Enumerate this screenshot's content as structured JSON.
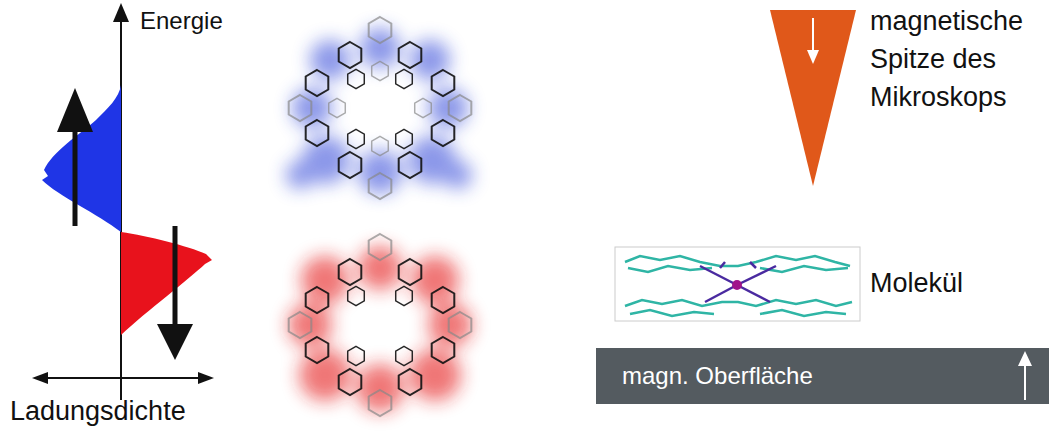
{
  "diagram": {
    "nodes": [
      {
        "text": [
          "magn. Oberfläche"
        ]
      }
    ],
    "labels": [
      "Energie",
      "Ladungsdichte",
      "magnetische Spitze des Mikroskops",
      "Molekül"
    ]
  }
}
